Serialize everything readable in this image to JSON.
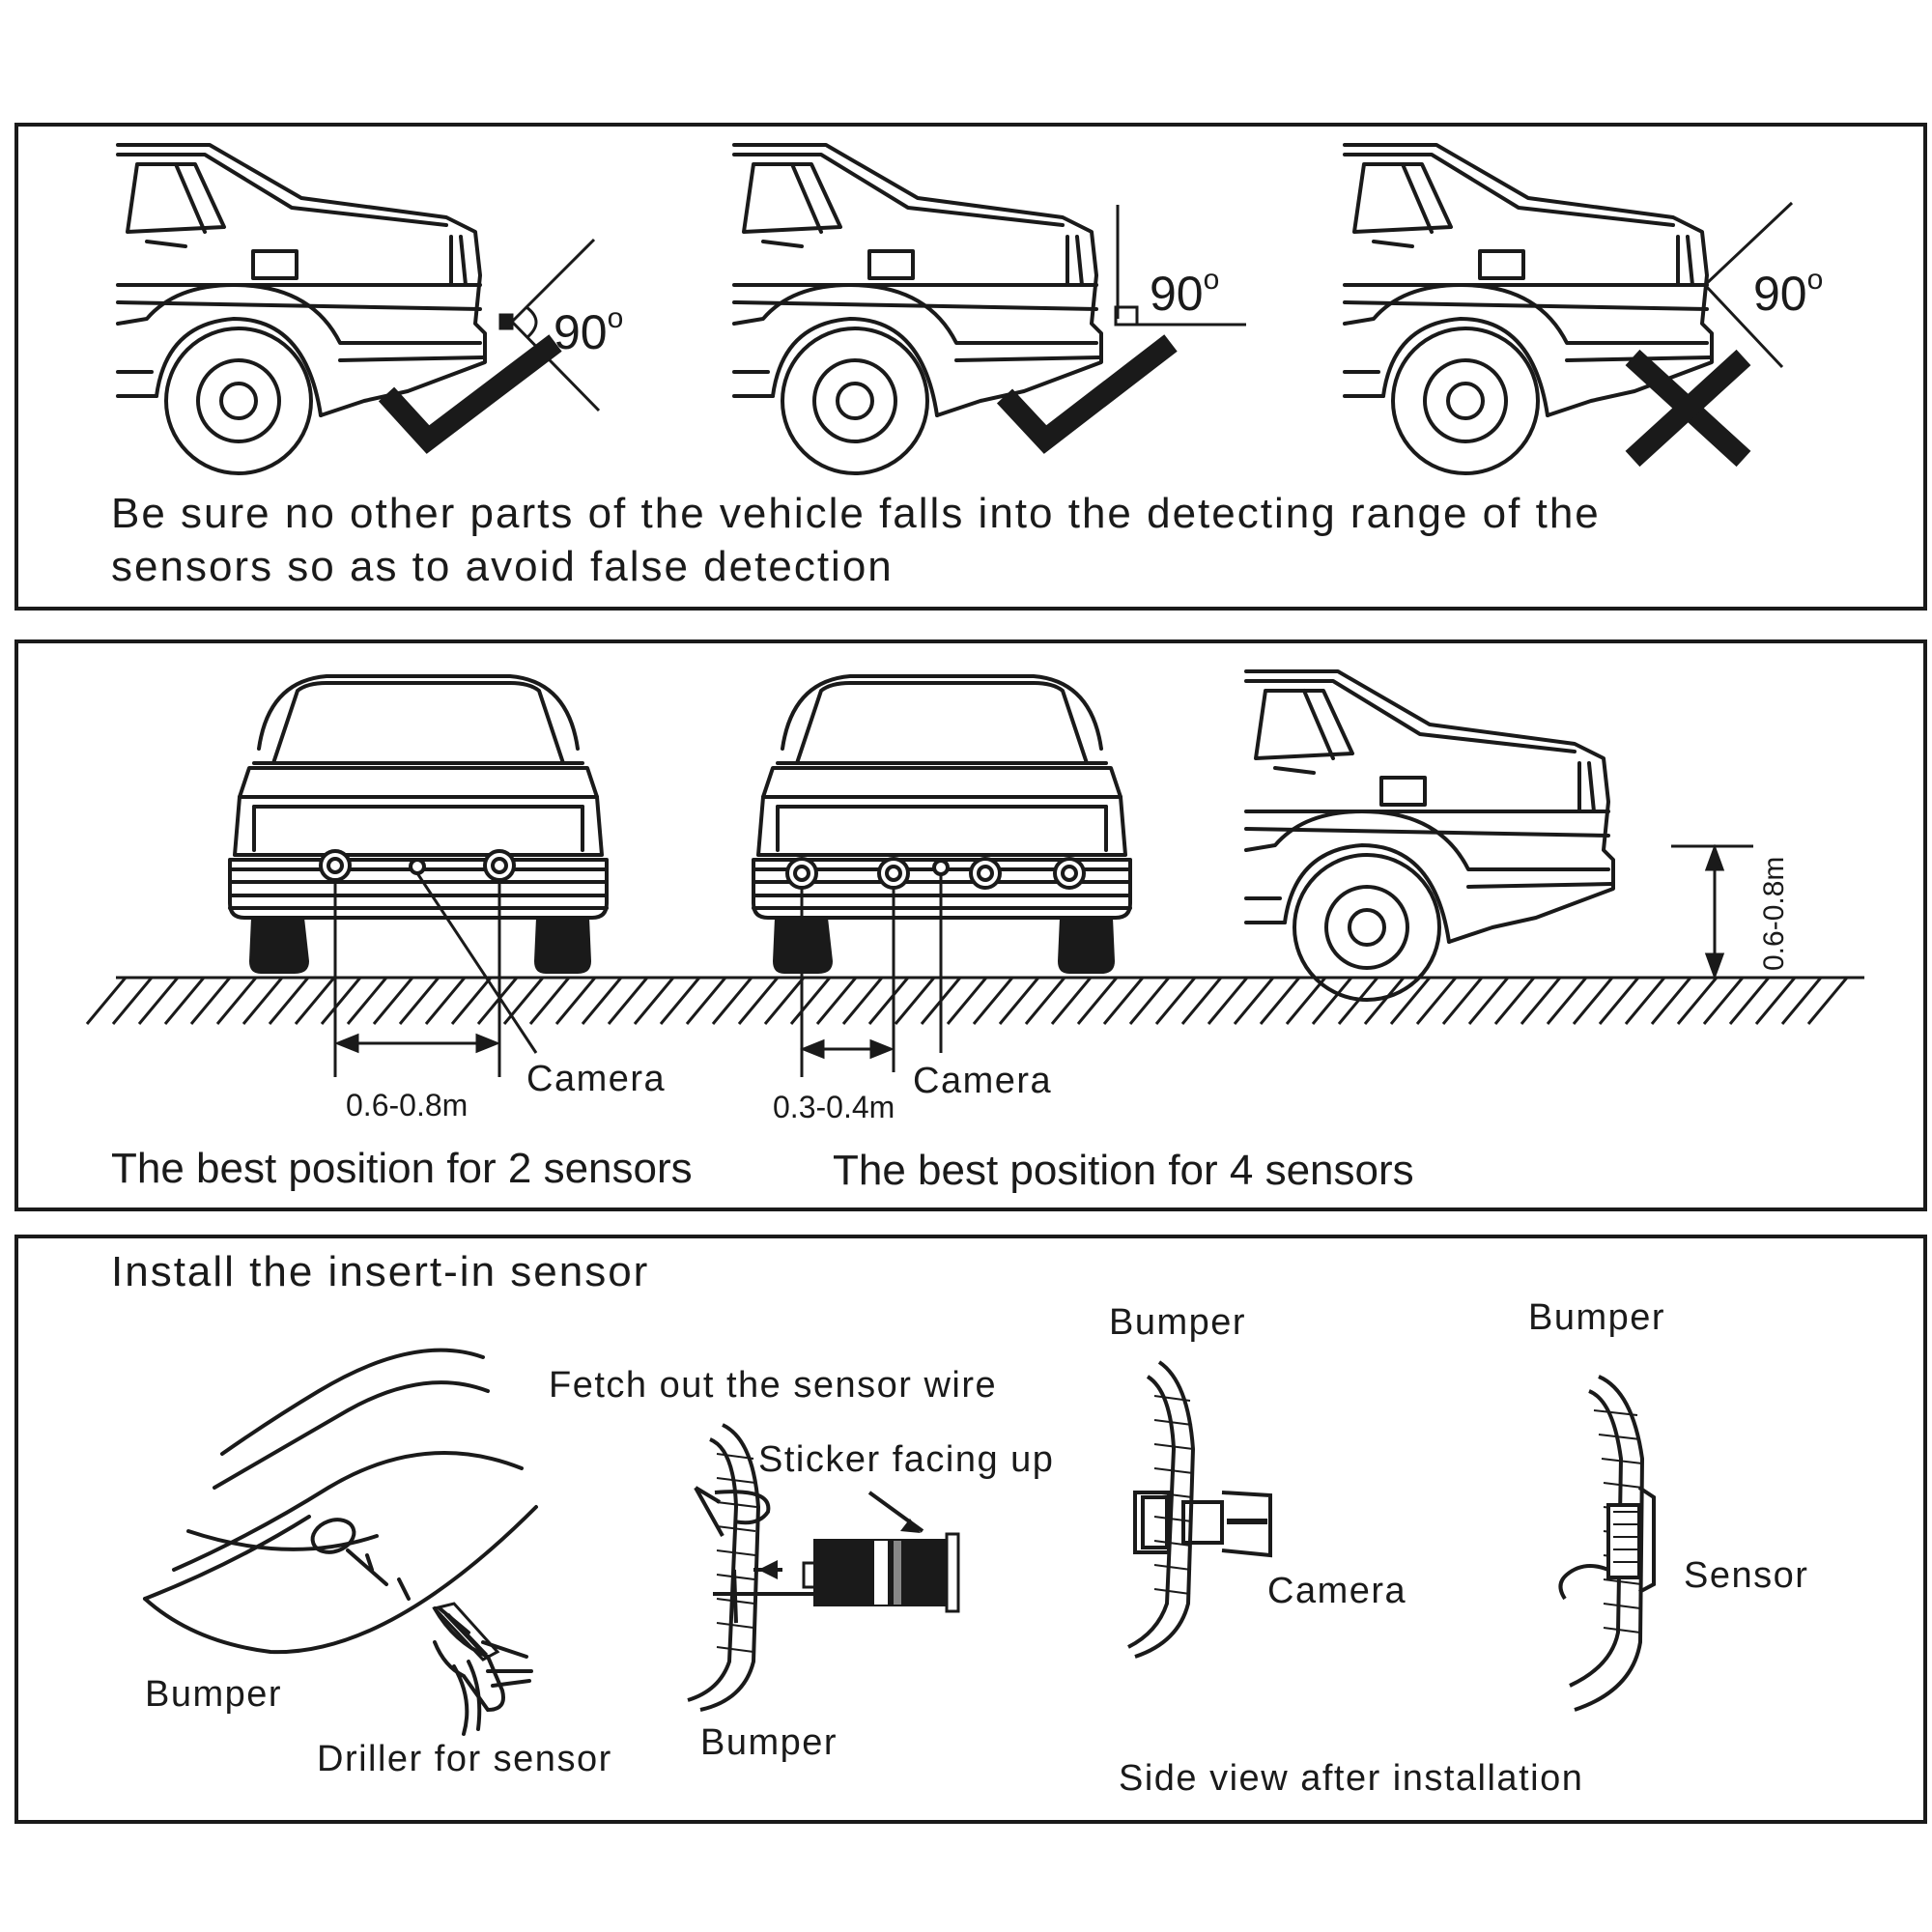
{
  "panel1": {
    "angle_labels": [
      "90",
      "90",
      "90"
    ],
    "degree_symbol": "o",
    "caption_line1": "Be sure no other parts of the vehicle falls into the detecting range of the",
    "caption_line2": "sensors so as to avoid false detection",
    "verdicts": [
      "check-icon",
      "check-icon",
      "cross-icon"
    ]
  },
  "panel2": {
    "left": {
      "distance": "0.6-0.8m",
      "camera": "Camera",
      "caption": "The best position for 2 sensors"
    },
    "middle": {
      "distance": "0.3-0.4m",
      "camera": "Camera",
      "caption": "The best position for 4 sensors"
    },
    "right": {
      "height": "0.6-0.8m"
    }
  },
  "panel3": {
    "title": "Install the insert-in sensor",
    "bumper_left": "Bumper",
    "driller": "Driller for sensor",
    "fetch_wire": "Fetch out the sensor wire",
    "sticker": "Sticker facing up",
    "bumper_middle": "Bumper",
    "bumper_camera": "Bumper",
    "camera": "Camera",
    "bumper_sensor": "Bumper",
    "sensor": "Sensor",
    "side_view": "Side view after installation"
  },
  "colors": {
    "ink": "#1a1a1a",
    "background": "#ffffff"
  }
}
